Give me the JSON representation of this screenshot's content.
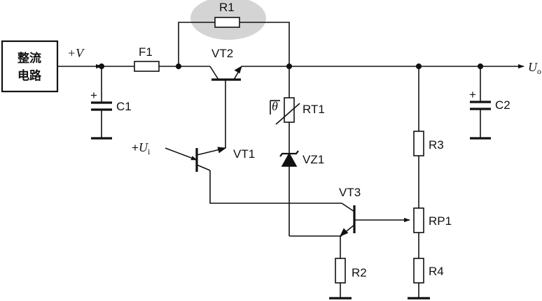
{
  "block": {
    "line1": "整流",
    "line2": "电路"
  },
  "nodes": {
    "vplus": "+V",
    "vin_sign": "+",
    "vin_var": "U",
    "vin_sub": "i",
    "vout_var": "U",
    "vout_sub": "o"
  },
  "components": {
    "r1": "R1",
    "f1": "F1",
    "vt2": "VT2",
    "vt1": "VT1",
    "vt3": "VT3",
    "c1": "C1",
    "c2": "C2",
    "rt1": "RT1",
    "rt1_symbol": "θ",
    "vz1": "VZ1",
    "r2": "R2",
    "r3": "R3",
    "rp1": "RP1",
    "r4": "R4"
  },
  "polarity": {
    "c1": "+",
    "c2": "+"
  },
  "colors": {
    "highlight": "#d4d4d4",
    "ink": "#111111"
  }
}
